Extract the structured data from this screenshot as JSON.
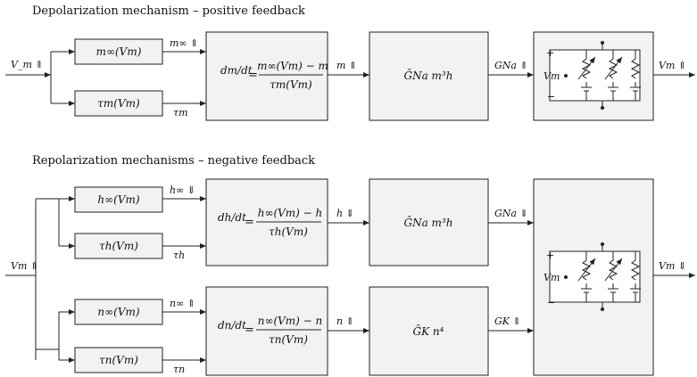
{
  "depolarization": {
    "title": "Depolarization mechanism – positive feedback",
    "input_label": "V_m ⇑",
    "block_m_inf": "m∞(Vm)",
    "block_tau_m": "τm(Vm)",
    "sig_m_inf": "m∞ ⇑",
    "sig_tau_m": "τm",
    "ode_lhs": "dm/dt",
    "ode_rhs_num": "m∞(Vm) − m",
    "ode_rhs_den": "τm(Vm)",
    "ode_out": "m ⇑",
    "conductance_block": "ḠNa m³h",
    "conductance_out": "GNa ⇑",
    "membrane_vm_label": "Vm",
    "output_label": "Vm ⇑"
  },
  "repolarization": {
    "title": "Repolarization mechanisms – negative feedback",
    "input_label": "Vm ⇑",
    "block_h_inf": "h∞(Vm)",
    "block_tau_h": "τh(Vm)",
    "sig_h_inf": "h∞ ⇓",
    "sig_tau_h": "τh",
    "ode_h_lhs": "dh/dt",
    "ode_h_num": "h∞(Vm) − h",
    "ode_h_den": "τh(Vm)",
    "ode_h_out": "h ⇓",
    "conductance_na": "ḠNa m³h",
    "conductance_na_out": "GNa ⇓",
    "block_n_inf": "n∞(Vm)",
    "block_tau_n": "τn(Vm)",
    "sig_n_inf": "n∞ ⇑",
    "sig_tau_n": "τn",
    "ode_n_lhs": "dn/dt",
    "ode_n_num": "n∞(Vm) − n",
    "ode_n_den": "τn(Vm)",
    "ode_n_out": "n ⇑",
    "conductance_k": "ḠK n⁴",
    "conductance_k_out": "GK ⇑",
    "membrane_vm_label": "Vm",
    "output_label": "Vm ⇓"
  }
}
